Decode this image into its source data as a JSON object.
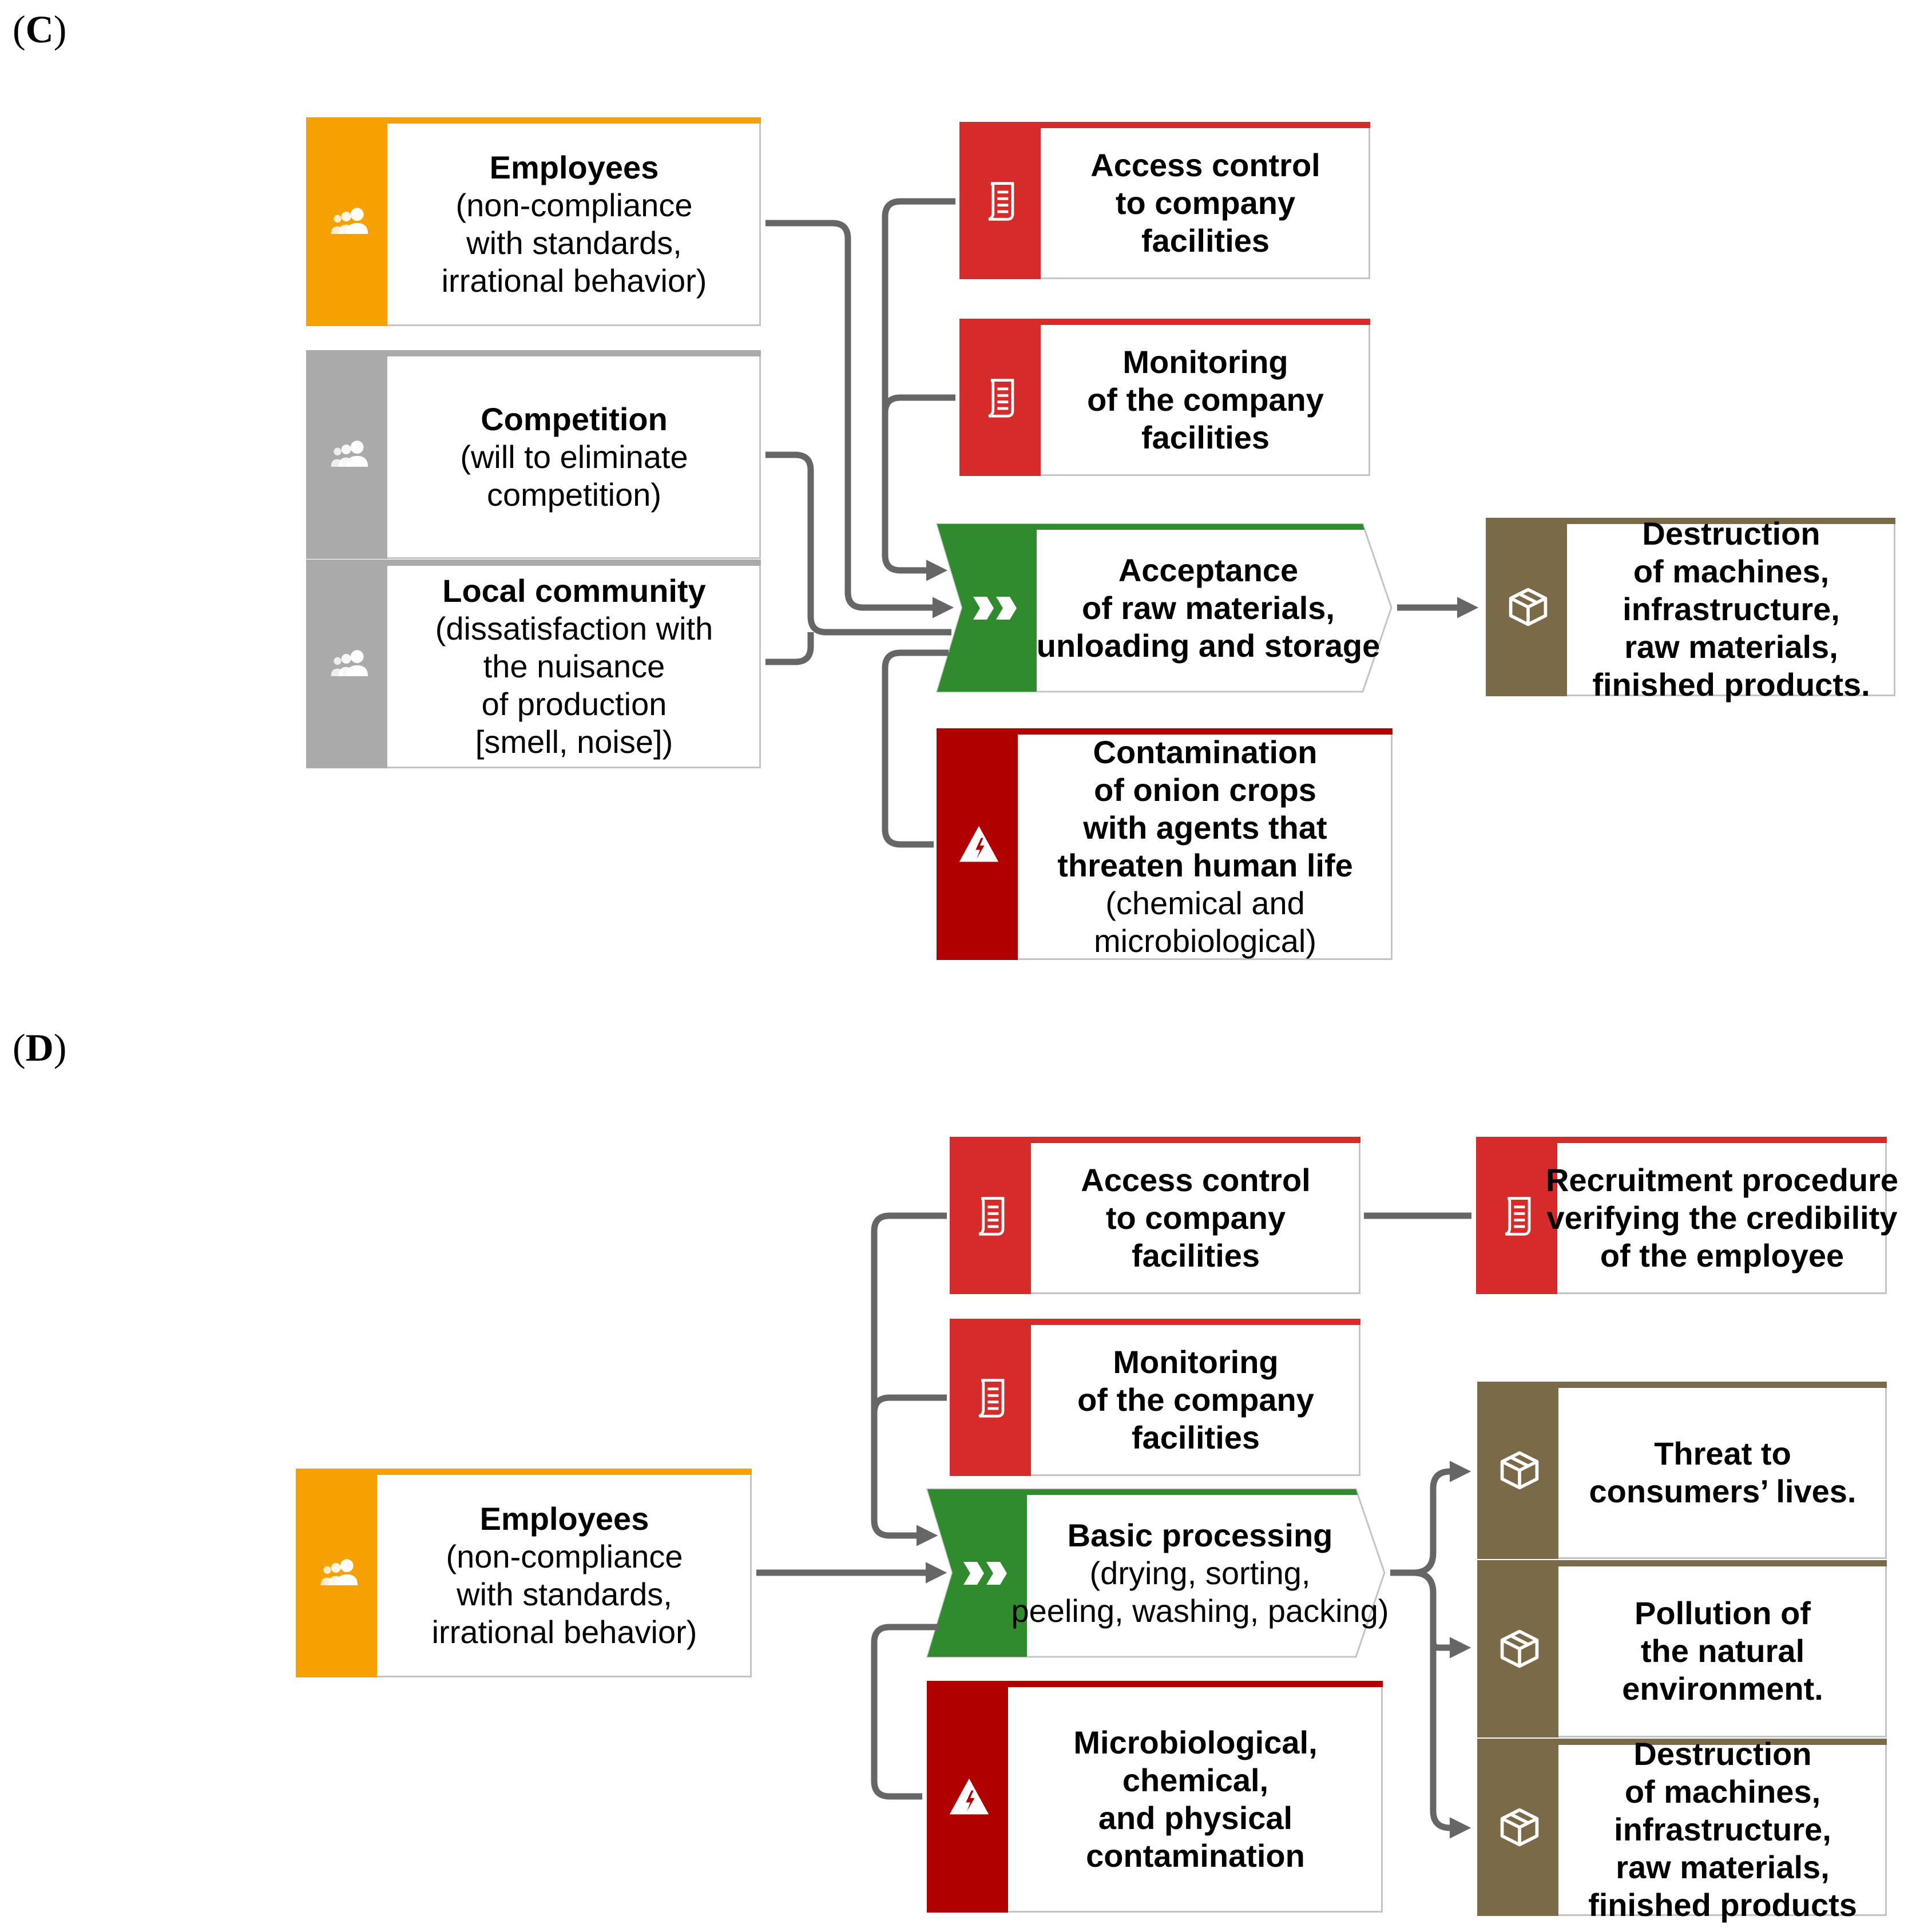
{
  "colors": {
    "orange": "#f7a100",
    "grey": "#aaaaaa",
    "red": "#d52b2b",
    "dark_red": "#b10000",
    "green": "#2f8b2e",
    "brown": "#7a6a48",
    "connector": "#666666"
  },
  "panel_c": {
    "label_open": "(",
    "label_letter": "C",
    "label_close": ")",
    "employees": {
      "title": "Employees",
      "l1": "(non-compliance",
      "l2": "with standards,",
      "l3": "irrational behavior)",
      "icon": "people-icon"
    },
    "competition": {
      "title": "Competition",
      "l1": "(will to eliminate",
      "l2": "competition)",
      "icon": "people-icon"
    },
    "local_community": {
      "title": "Local community",
      "l1": "(dissatisfaction with",
      "l2": "the nuisance",
      "l3": "of production",
      "l4": "[smell, noise])",
      "icon": "people-icon"
    },
    "access_control": {
      "l1": "Access control",
      "l2": "to company",
      "l3": "facilities",
      "icon": "document-icon"
    },
    "monitoring": {
      "l1": "Monitoring",
      "l2": "of the company",
      "l3": "facilities",
      "icon": "document-icon"
    },
    "process": {
      "l1": "Acceptance",
      "l2": "of raw materials,",
      "l3": "unloading and storage",
      "icon": "chevrons-icon"
    },
    "contamination": {
      "l1": "Contamination",
      "l2": "of onion crops",
      "l3": "with agents that",
      "l4": "threaten human life",
      "l5": "(chemical and",
      "l6": "microbiological)",
      "icon": "warning-icon"
    },
    "destruction": {
      "l1": "Destruction",
      "l2": "of machines,",
      "l3": "infrastructure,",
      "l4": "raw materials,",
      "l5": "finished products.",
      "icon": "box-icon"
    }
  },
  "panel_d": {
    "label_open": "(",
    "label_letter": "D",
    "label_close": ")",
    "access_control": {
      "l1": "Access control",
      "l2": "to company",
      "l3": "facilities",
      "icon": "document-icon"
    },
    "recruitment": {
      "l1": "Recruitment procedure",
      "l2": "verifying the credibility",
      "l3": "of the employee",
      "icon": "document-icon"
    },
    "monitoring": {
      "l1": "Monitoring",
      "l2": "of the company",
      "l3": "facilities",
      "icon": "document-icon"
    },
    "employees": {
      "title": "Employees",
      "l1": "(non-compliance",
      "l2": "with standards,",
      "l3": "irrational behavior)",
      "icon": "people-icon"
    },
    "process": {
      "title": "Basic processing",
      "l1": "(drying, sorting,",
      "l2": "peeling, washing, packing)",
      "icon": "chevrons-icon"
    },
    "contamination": {
      "l1": "Microbiological,",
      "l2": "chemical,",
      "l3": "and physical",
      "l4": "contamination",
      "icon": "warning-icon"
    },
    "threat": {
      "l1": "Threat to",
      "l2": "consumers’ lives.",
      "icon": "box-icon"
    },
    "pollution": {
      "l1": "Pollution of",
      "l2": "the natural",
      "l3": "environment.",
      "icon": "box-icon"
    },
    "destruction": {
      "l1": "Destruction",
      "l2": "of machines,",
      "l3": "infrastructure,",
      "l4": "raw materials,",
      "l5": "finished products",
      "icon": "box-icon"
    }
  }
}
